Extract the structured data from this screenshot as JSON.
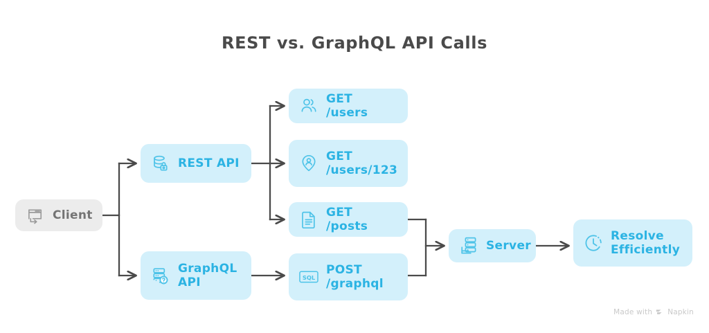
{
  "diagram": {
    "title": "REST vs. GraphQL API Calls",
    "colors": {
      "background": "#ffffff",
      "node_blue_bg": "#d3f0fb",
      "node_gray_bg": "#ececec",
      "text_blue": "#2bb3e3",
      "text_gray": "#747474",
      "title_gray": "#4a4a4a",
      "icon_blue": "#4ec3e8",
      "icon_gray": "#9a9a9a",
      "connector_gray": "#4a4a4a",
      "watermark_gray": "#c9c9c9"
    },
    "nodes": {
      "client": {
        "label": "Client",
        "icon": "browser-window-arrow-icon"
      },
      "rest": {
        "label": "REST API",
        "icon": "database-lock-icon"
      },
      "graphql": {
        "label": "GraphQL\nAPI",
        "icon": "server-question-icon"
      },
      "get_users": {
        "label": "GET /users",
        "icon": "users-icon"
      },
      "get_user_id": {
        "label": "GET\n/users/123",
        "icon": "map-pin-person-icon"
      },
      "get_posts": {
        "label": "GET /posts",
        "icon": "document-lines-icon"
      },
      "post_graphql": {
        "label": "POST\n/graphql",
        "icon": "sql-box-icon",
        "icon_text": "SQL"
      },
      "server": {
        "label": "Server",
        "icon": "server-rack-icon"
      },
      "resolve": {
        "label": "Resolve\nEfficiently",
        "icon": "dashed-clock-icon"
      }
    },
    "watermark": {
      "prefix": "Made with",
      "brand": "Napkin"
    }
  }
}
